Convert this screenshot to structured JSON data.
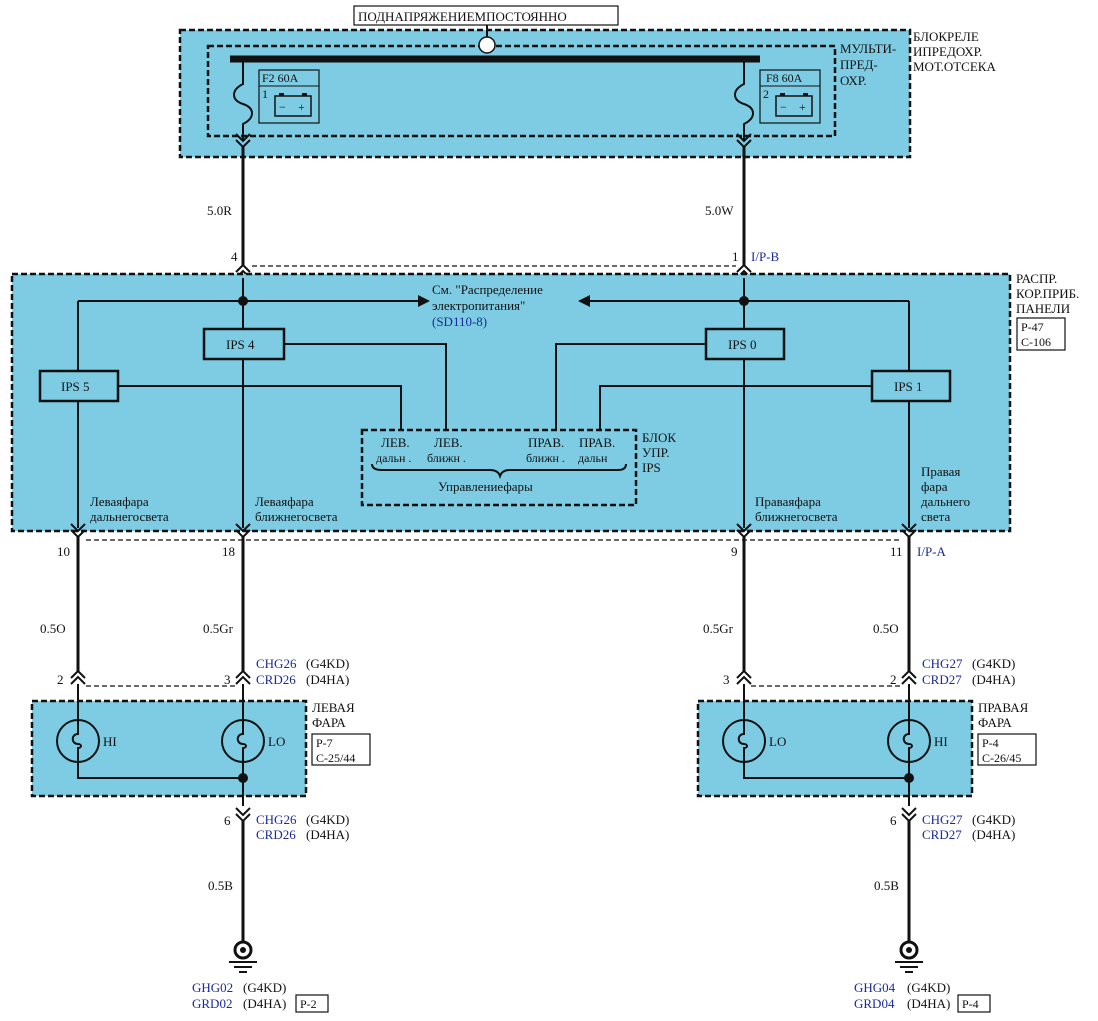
{
  "top_label": "ПОДНАПРЯЖЕНИЕМПОСТОЯННО",
  "relay_block": {
    "line1": "БЛОКРЕЛЕ",
    "line2": "ИПРЕДОХР.",
    "line3": "МОТ.ОТСЕКА"
  },
  "multi_fuse": {
    "line1": "МУЛЬТИ-",
    "line2": "ПРЕД-",
    "line3": "ОХР."
  },
  "fuse_left": {
    "name": "F2 60A",
    "pin": "1"
  },
  "fuse_right": {
    "name": "F8 60A",
    "pin": "2"
  },
  "wire_top_left": "5.0R",
  "wire_top_right": "5.0W",
  "pin_top_left": "4",
  "pin_top_right": "1",
  "conn_ipb": "I/P-B",
  "ipdu": {
    "line1": "РАСПР.",
    "line2": "КОР.ПРИБ.",
    "line3": "ПАНЕЛИ",
    "ref1": "P-47",
    "ref2": "C-106"
  },
  "see_ref": {
    "line1": "См. \"Распределение",
    "line2": "электропитания\"",
    "code": "(SD110-8)"
  },
  "ips": {
    "ips4": "IPS 4",
    "ips5": "IPS 5",
    "ips0": "IPS 0",
    "ips1": "IPS 1"
  },
  "ips_ctrl": {
    "c1a": "ЛЕВ.",
    "c1b": "дальн .",
    "c2a": "ЛЕВ.",
    "c2b": "ближн .",
    "c3a": "ПРАВ.",
    "c3b": "ближн .",
    "c4a": "ПРАВ.",
    "c4b": "дальн",
    "caption": "Управлениефары",
    "block1": "БЛОК",
    "block2": "УПР.",
    "block3": "IPS"
  },
  "out_labels": {
    "lhi1": "Леваяфара",
    "lhi2": "дальнегосвета",
    "llo1": "Леваяфара",
    "llo2": "ближнегосвета",
    "rlo1": "Праваяфара",
    "rlo2": "ближнегосвета",
    "rhi1": "Правая",
    "rhi2": "фара",
    "rhi3": "дальнего",
    "rhi4": "света"
  },
  "pins_mid": {
    "p10": "10",
    "p18": "18",
    "p9": "9",
    "p11": "11"
  },
  "conn_ipa": "I/P-A",
  "wires_mid": {
    "w_lhi": "0.5O",
    "w_llo": "0.5Gr",
    "w_rlo": "0.5Gr",
    "w_rhi": "0.5O"
  },
  "left_lamp_conn": {
    "pin_hi": "2",
    "pin_lo": "3",
    "code1": "CHG26",
    "eng1": "(G4KD)",
    "code2": "CRD26",
    "eng2": "(D4HA)"
  },
  "right_lamp_conn": {
    "pin_lo": "3",
    "pin_hi": "2",
    "code1": "CHG27",
    "eng1": "(G4KD)",
    "code2": "CRD27",
    "eng2": "(D4HA)"
  },
  "left_lamp": {
    "line1": "ЛЕВАЯ",
    "line2": "ФАРА",
    "ref1": "P-7",
    "ref2": "C-25/44",
    "hi": "HI",
    "lo": "LO"
  },
  "right_lamp": {
    "line1": "ПРАВАЯ",
    "line2": "ФАРА",
    "ref1": "P-4",
    "ref2": "C-26/45",
    "hi": "HI",
    "lo": "LO"
  },
  "left_ground_conn": {
    "pin": "6",
    "code1": "CHG26",
    "eng1": "(G4KD)",
    "code2": "CRD26",
    "eng2": "(D4HA)"
  },
  "right_ground_conn": {
    "pin": "6",
    "code1": "CHG27",
    "eng1": "(G4KD)",
    "code2": "CRD27",
    "eng2": "(D4HA)"
  },
  "wire_gnd_left": "0.5B",
  "wire_gnd_right": "0.5B",
  "left_ground": {
    "code1": "GHG02",
    "eng1": "(G4KD)",
    "code2": "GRD02",
    "eng2": "(D4HA)",
    "ref": "P-2"
  },
  "right_ground": {
    "code1": "GHG04",
    "eng1": "(G4KD)",
    "code2": "GRD04",
    "eng2": "(D4HA)",
    "ref": "P-4"
  },
  "colors": {
    "box_fill": "#7dcce3",
    "link_blue": "#1a2a9a"
  }
}
